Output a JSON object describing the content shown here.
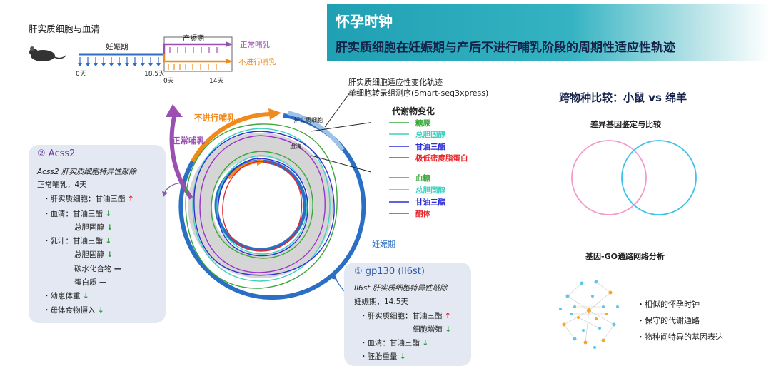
{
  "banner": {
    "title": "怀孕时钟",
    "subtitle": "肝实质细胞在妊娠期与产后不进行哺乳阶段的周期性适应性轨迹",
    "colors": {
      "start": "#1fa0b3",
      "title_text": "#ffffff",
      "subtitle_text": "#14224a"
    }
  },
  "timeline": {
    "heading": "肝实质细胞与血清",
    "pregnancy_label": "妊娠期",
    "postpartum_label": "产褥期",
    "normal_lactation": "正常哺乳",
    "no_lactation": "不进行哺乳",
    "ticks": {
      "day0": "0天",
      "day18_5": "18.5天",
      "day0_post": "0天",
      "day14": "14天"
    },
    "colors": {
      "pregnancy": "#2e6dbf",
      "normal": "#9b4fb0",
      "no_lactation": "#f08a1c"
    }
  },
  "clock": {
    "header1": "肝实质细胞适应性变化轨迹",
    "header2": "单细胞转录组测序(Smart-seq3xpress)",
    "arc_no_lactation": "不进行哺乳",
    "arc_normal": "正常哺乳",
    "arc_pregnancy": "妊娠期",
    "ring_hepatocyte": "肝实质细胞",
    "ring_serum": "血清",
    "metabolite_title": "代谢物变化",
    "hepatocyte_legend": [
      {
        "label": "糖原",
        "color": "#3aa83a"
      },
      {
        "label": "总胆固醇",
        "color": "#3fd1c0"
      },
      {
        "label": "甘油三酯",
        "color": "#2d2fd6"
      },
      {
        "label": "极低密度脂蛋白",
        "color": "#e8262b"
      }
    ],
    "serum_legend": [
      {
        "label": "血糖",
        "color": "#3aa83a"
      },
      {
        "label": "总胆固醇",
        "color": "#3fd1c0"
      },
      {
        "label": "甘油三酯",
        "color": "#2d2fd6"
      },
      {
        "label": "酮体",
        "color": "#e8262b"
      }
    ]
  },
  "acss2_card": {
    "title": "② Acss2",
    "line1": "Acss2 肝实质细胞特异性敲除",
    "line2": "正常哺乳，4天",
    "rows": [
      {
        "label": "・肝实质细胞：甘油三酯",
        "arrow": "↑",
        "type": "up"
      },
      {
        "label": "・血清：甘油三酯",
        "arrow": "↓",
        "type": "down"
      },
      {
        "label": "总胆固醇",
        "arrow": "↓",
        "type": "down"
      },
      {
        "label": "・乳汁：甘油三酯",
        "arrow": "↓",
        "type": "down"
      },
      {
        "label": "总胆固醇",
        "arrow": "↓",
        "type": "down"
      },
      {
        "label": "碳水化合物",
        "arrow": "—",
        "type": "flat"
      },
      {
        "label": "蛋白质",
        "arrow": "—",
        "type": "flat"
      },
      {
        "label": "・幼崽体重",
        "arrow": "↓",
        "type": "down"
      },
      {
        "label": "・母体食物摄入",
        "arrow": "↓",
        "type": "down"
      }
    ]
  },
  "gp130_card": {
    "title": "① gp130 (Il6st)",
    "line1": "Il6st 肝实质细胞特异性敲除",
    "line2": "妊娠期，14.5天",
    "rows": [
      {
        "label": "・肝实质细胞：甘油三酯",
        "arrow": "↑",
        "type": "up"
      },
      {
        "label": "细胞增殖",
        "arrow": "↓",
        "type": "down"
      },
      {
        "label": "・血清：甘油三酯",
        "arrow": "↓",
        "type": "down"
      },
      {
        "label": "・胚胎重量",
        "arrow": "↓",
        "type": "down"
      }
    ]
  },
  "right_panel": {
    "title": "跨物种比较：小鼠 vs 绵羊",
    "deg_title": "差异基因鉴定与比较",
    "network_title": "基因-GO通路网络分析",
    "bullets": [
      "・相似的怀孕时钟",
      "・保守的代谢通路",
      "・物种间特异的基因表达"
    ],
    "colors": {
      "mouse_circle": "#f29bc8",
      "sheep_circle": "#3cc3ea"
    }
  }
}
